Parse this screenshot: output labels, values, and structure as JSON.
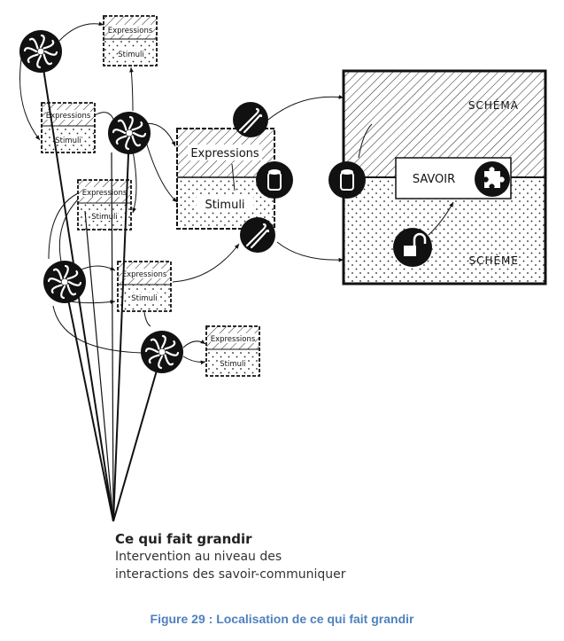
{
  "diagram": {
    "expressions_label": "Expressions",
    "stimuli_label": "Stimuli",
    "schema_label": "SCHÉMA",
    "scheme_label": "SCHÈME",
    "savoir_label": "SAVOIR"
  },
  "caption": {
    "title": "Ce qui fait grandir",
    "line1": "Intervention au niveau des",
    "line2": "interactions des savoir-communiquer"
  },
  "figure_caption": "Figure 29 : Localisation de ce qui fait grandir",
  "icons": [
    "spiral-icon",
    "pliers-icon",
    "cylinder-icon",
    "puzzle-icon",
    "open-padlock-icon"
  ]
}
